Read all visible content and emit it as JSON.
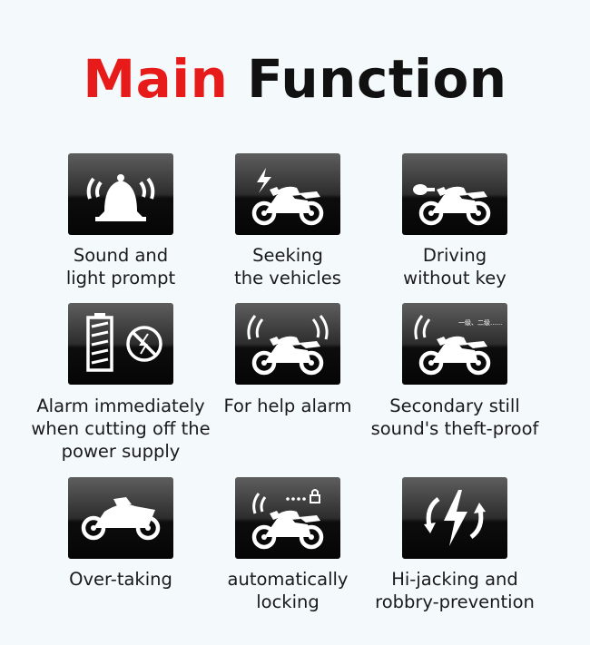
{
  "title": {
    "part1": "Main",
    "part2": "Function"
  },
  "colors": {
    "accent": "#e81b1b",
    "text": "#111111",
    "background": "#f4f9fc"
  },
  "features": [
    {
      "icon": "bell-icon",
      "label": "Sound and\nlight prompt"
    },
    {
      "icon": "motorcycle-lightning-icon",
      "label": "Seeking\nthe vehicles"
    },
    {
      "icon": "motorcycle-key-icon",
      "label": "Driving\nwithout key"
    },
    {
      "icon": "battery-no-power-icon",
      "label": "Alarm immediately\nwhen cutting off the\npower supply"
    },
    {
      "icon": "motorcycle-alarm-waves-icon",
      "label": "For help alarm"
    },
    {
      "icon": "motorcycle-secondary-alarm-icon",
      "label": "Secondary still\nsound's theft-proof",
      "icon_text": "一级、二级......"
    },
    {
      "icon": "sport-motorcycle-icon",
      "label": "Over-taking"
    },
    {
      "icon": "motorcycle-lock-icon",
      "label": "automatically\nlocking"
    },
    {
      "icon": "lightning-arrows-icon",
      "label": "Hi-jacking and\nrobbry-prevention"
    }
  ]
}
